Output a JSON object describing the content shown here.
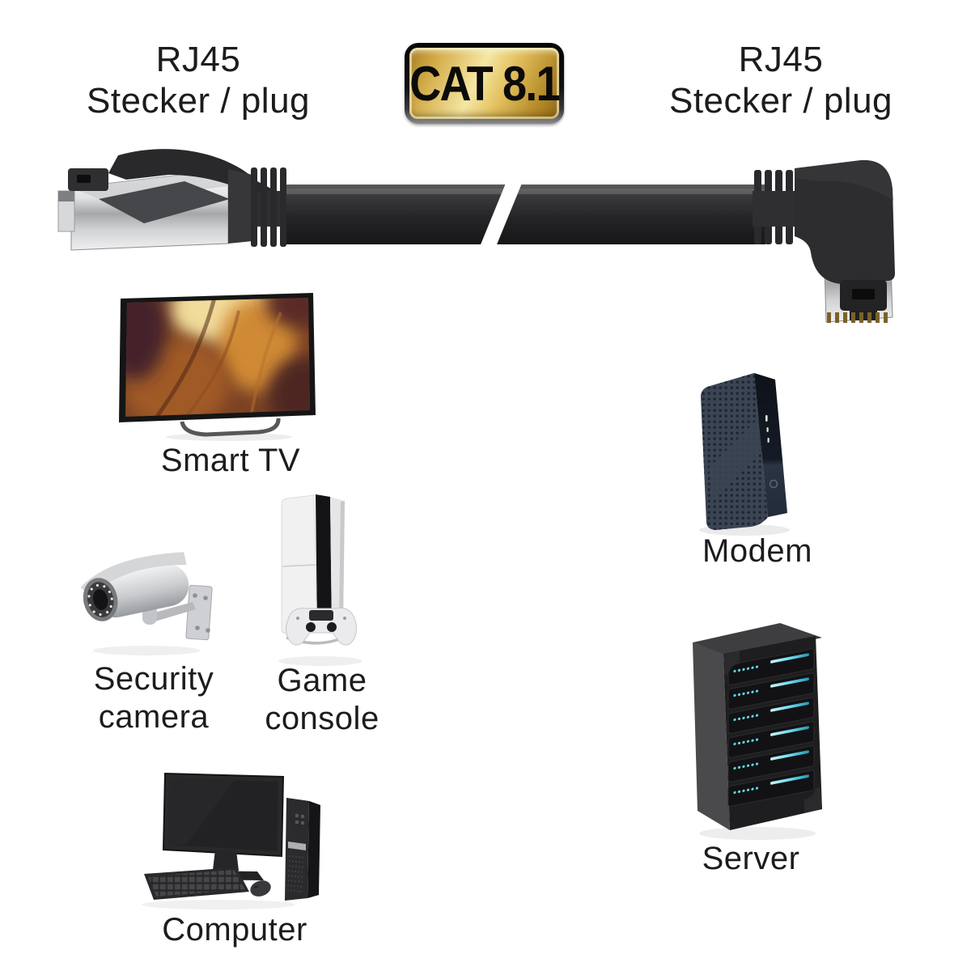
{
  "header": {
    "left_plug_label": "RJ45\nStecker / plug",
    "badge_label": "CAT 8.1",
    "right_plug_label": "RJ45\nStecker / plug"
  },
  "devices": {
    "smart_tv": {
      "label": "Smart TV"
    },
    "modem": {
      "label": "Modem"
    },
    "security_camera": {
      "label": "Security\ncamera"
    },
    "game_console": {
      "label": "Game\nconsole"
    },
    "server": {
      "label": "Server"
    },
    "computer": {
      "label": "Computer"
    }
  },
  "colors": {
    "badge_gold": "#e3c05f",
    "badge_frame": "#0b0b0b",
    "cable_black": "#2d2d2f",
    "connector_metal": "#d8d9db",
    "server_led_cyan": "#5ed8ea",
    "label_text": "#1c1c1e",
    "background": "#ffffff"
  }
}
